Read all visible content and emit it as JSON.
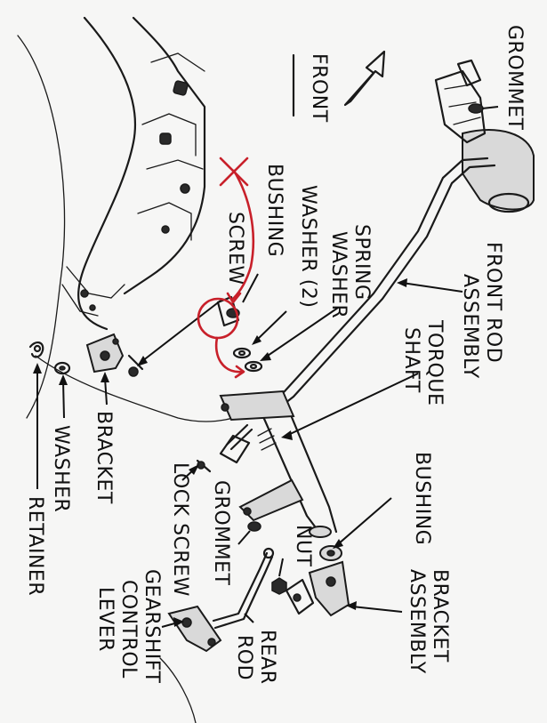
{
  "labels": {
    "grommet_top": "GROMMET",
    "front": "FRONT",
    "front_rod_1": "FRONT ROD",
    "front_rod_2": "ASSEMBLY",
    "torque_1": "TORQUE",
    "torque_2": "SHAFT",
    "spring_1": "SPRING",
    "spring_2": "WASHER",
    "washer2": "WASHER (2)",
    "bushing_left": "BUSHING",
    "screw": "SCREW",
    "bushing_right": "BUSHING",
    "bracket_assy_1": "BRACKET",
    "bracket_assy_2": "ASSEMBLY",
    "nut": "NUT",
    "rear_1": "REAR",
    "rear_2": "ROD",
    "gearshift_1": "GEARSHIFT",
    "gearshift_2": "CONTROL",
    "gearshift_3": "LEVER",
    "grommet_lower": "GROMMET",
    "lock_screw": "LOCK SCREW",
    "bracket": "BRACKET",
    "washer": "WASHER",
    "retainer": "RETAINER"
  },
  "colors": {
    "ink": "#111111",
    "annotation": "#c8202a",
    "paper": "#f6f6f5"
  }
}
